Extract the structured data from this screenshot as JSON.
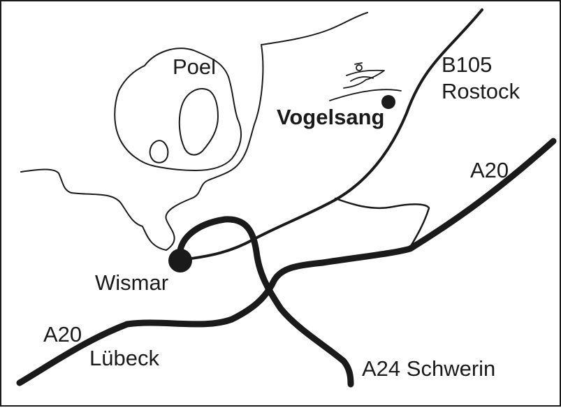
{
  "labels": {
    "island": "Poel",
    "destination": "Vogelsang",
    "b105": "B105",
    "rostock": "Rostock",
    "a20_east": "A20",
    "wismar": "Wismar",
    "a20_west": "A20",
    "luebeck": "Lübeck",
    "a24": "A24 Schwerin"
  },
  "colors": {
    "ink": "#1a1a1a",
    "background": "#ffffff"
  },
  "icons": {
    "destination_logo": "bird-logo"
  }
}
